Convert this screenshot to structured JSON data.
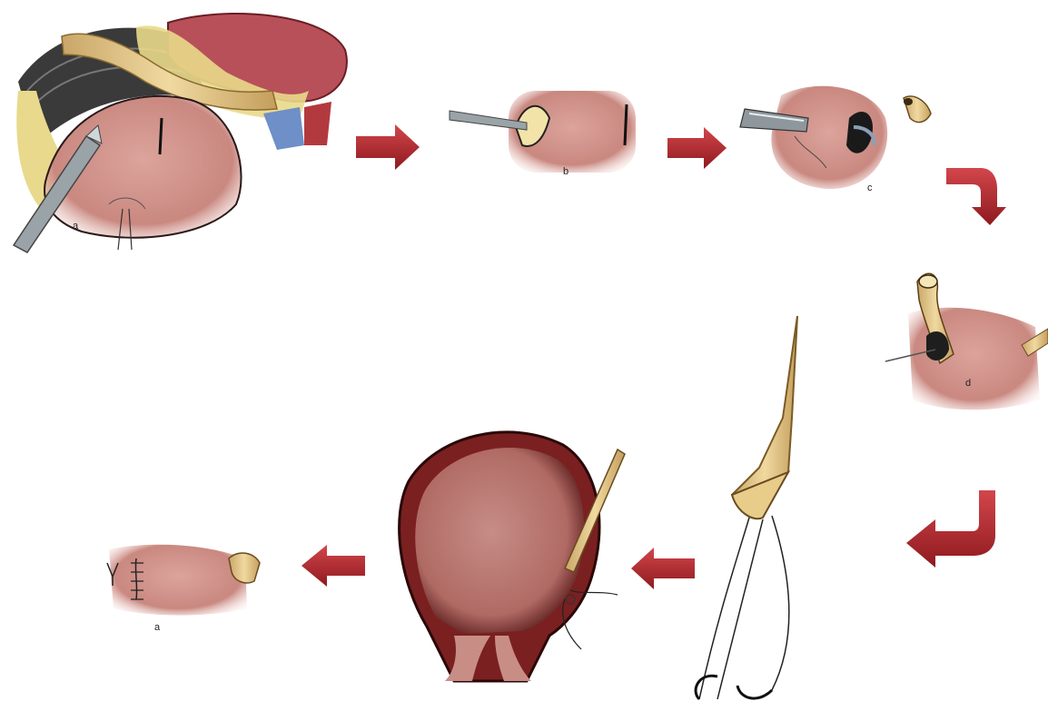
{
  "figure": {
    "panels": [
      {
        "id": "a",
        "label": "a"
      },
      {
        "id": "b",
        "label": "b"
      },
      {
        "id": "c",
        "label": "c"
      },
      {
        "id": "d",
        "label": "d"
      },
      {
        "id": "e",
        "label": "a"
      }
    ],
    "arrows": [
      "a-to-b",
      "b-to-c",
      "c-to-d",
      "d-to-catheter",
      "catheter-to-bladder",
      "bladder-to-final"
    ]
  },
  "colors": {
    "tissue": "#d49a92",
    "tissue_dark": "#a65a55",
    "ureter": "#e2c68a",
    "arrow": "#b3262b",
    "vessel_blue": "#6e8fc7",
    "liver": "#b8505a"
  }
}
